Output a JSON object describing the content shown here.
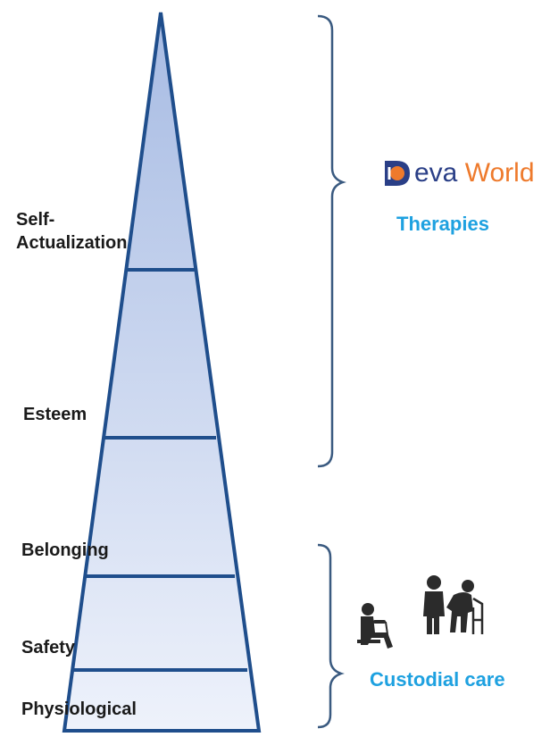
{
  "levels": [
    {
      "label": "Self-\nActualization"
    },
    {
      "label": "Esteem"
    },
    {
      "label": "Belonging"
    },
    {
      "label": "Safety"
    },
    {
      "label": "Physiological"
    }
  ],
  "groups": {
    "therapies": {
      "label": "Therapies"
    },
    "custodial": {
      "label": "Custodial care"
    }
  },
  "logo": {
    "first": "eva",
    "second": "World",
    "brand": "Deva World"
  },
  "colors": {
    "pyramid_stroke": "#1f4e8c",
    "pyramid_top_fill": "#a7bbe3",
    "pyramid_bottom_fill": "#eef2fb",
    "brace": "#3a5a80",
    "accent_text": "#1ea1e0",
    "logo_orange": "#ee7a2c",
    "logo_navy": "#2a3f87",
    "icon_dark": "#2b2b2b"
  },
  "icons": [
    "seated-elderly-icon",
    "caregiver-walker-icon",
    "deva-logo-icon"
  ]
}
